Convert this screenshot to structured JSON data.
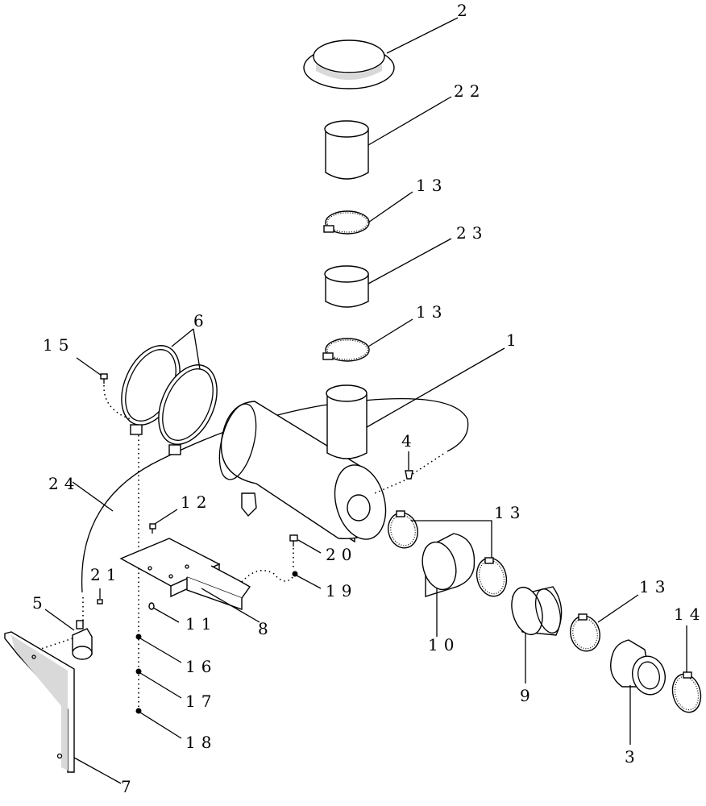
{
  "callouts": {
    "c1": "1",
    "c2": "2",
    "c3": "3",
    "c4": "4",
    "c5": "5",
    "c6": "6",
    "c7": "7",
    "c8": "8",
    "c9": "9",
    "c10": "10",
    "c11": "11",
    "c12": "12",
    "c13a": "13",
    "c13b": "13",
    "c13c": "13",
    "c13d": "13",
    "c14": "14",
    "c15": "15",
    "c16": "16",
    "c17": "17",
    "c18": "18",
    "c19": "19",
    "c20": "20",
    "c21": "21",
    "c22": "22",
    "c23": "23",
    "c24": "24"
  }
}
